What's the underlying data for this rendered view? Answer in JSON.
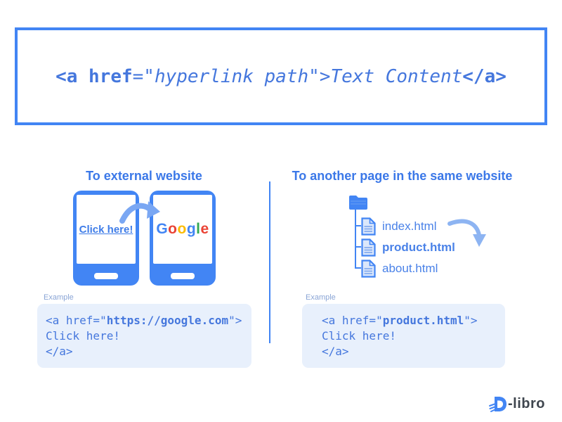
{
  "colors": {
    "primary_blue": "#4285f4",
    "heading_blue": "#3b78e8",
    "code_blue": "#4577dd",
    "tree_label_blue": "#4a82e8",
    "example_label_blue_gray": "#8aa5d6",
    "example_box_bg": "#e8f0fc",
    "arrow_light_blue": "#7aa7f3",
    "logo_text_gray": "#3f464e"
  },
  "syntax": {
    "segments": [
      {
        "t": "<a href",
        "style": "bold"
      },
      {
        "t": "=\"",
        "style": "normal"
      },
      {
        "t": "hyperlink path",
        "style": "italic"
      },
      {
        "t": "\">",
        "style": "normal"
      },
      {
        "t": "Text Content",
        "style": "italic"
      },
      {
        "t": "</a>",
        "style": "bold"
      }
    ]
  },
  "external": {
    "heading": "To external website",
    "phone_link_text": "Click here!",
    "google_letters": [
      {
        "t": "G",
        "color": "#4285F4"
      },
      {
        "t": "o",
        "color": "#EA4335"
      },
      {
        "t": "o",
        "color": "#FBBC05"
      },
      {
        "t": "g",
        "color": "#4285F4"
      },
      {
        "t": "l",
        "color": "#34A853"
      },
      {
        "t": "e",
        "color": "#EA4335"
      }
    ],
    "example_label": "Example",
    "code_lines": [
      [
        {
          "t": "<a href=\"",
          "style": "normal"
        },
        {
          "t": "https://google.com",
          "style": "bold"
        },
        {
          "t": "\">",
          "style": "normal"
        }
      ],
      [
        {
          "t": "Click here!",
          "style": "normal"
        }
      ],
      [
        {
          "t": "</a>",
          "style": "normal"
        }
      ]
    ]
  },
  "internal": {
    "heading": "To another page in the same website",
    "files": [
      {
        "name": "index.html",
        "bold": false
      },
      {
        "name": "product.html",
        "bold": true
      },
      {
        "name": "about.html",
        "bold": false
      }
    ],
    "example_label": "Example",
    "code_lines": [
      [
        {
          "t": "<a href=\"",
          "style": "normal"
        },
        {
          "t": "product.html",
          "style": "bold"
        },
        {
          "t": "\">",
          "style": "normal"
        }
      ],
      [
        {
          "t": "Click here!",
          "style": "normal"
        }
      ],
      [
        {
          "t": "</a>",
          "style": "normal"
        }
      ]
    ]
  },
  "logo": {
    "text": "-libro"
  },
  "icons": {
    "folder": "folder-icon",
    "file": "file-icon",
    "phones_arrow": "curved-arrow-icon",
    "tree_arrow": "curved-arrow-icon",
    "logo_mark": "d-libro-logo-mark"
  }
}
